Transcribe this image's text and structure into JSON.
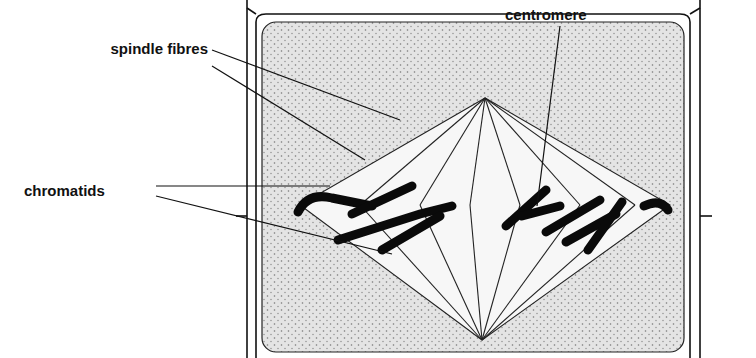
{
  "diagram": {
    "labels": [
      "centromere",
      "spindle fibres",
      "chromatids"
    ]
  }
}
